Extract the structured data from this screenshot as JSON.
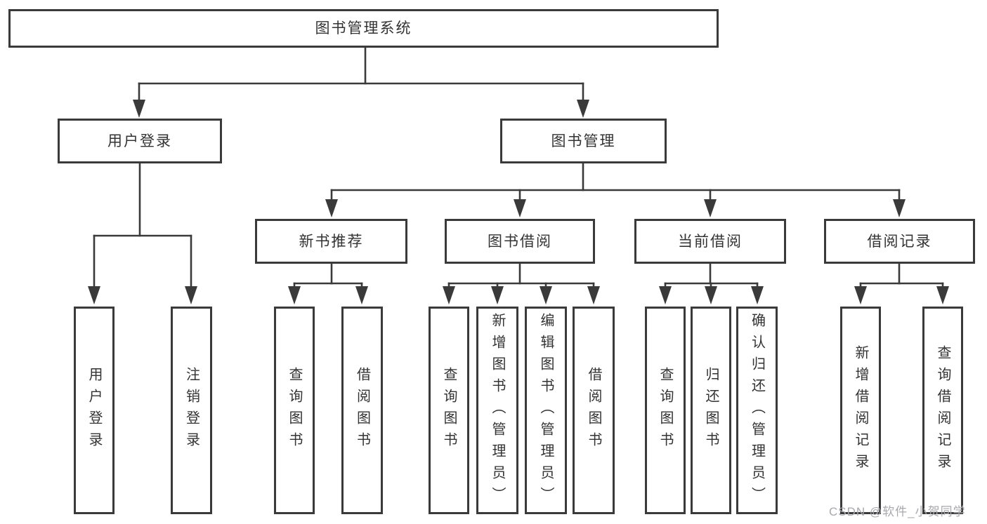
{
  "nodes": {
    "root": "图书管理系统",
    "user_login": "用户登录",
    "book_mgmt": "图书管理",
    "new_books": "新书推荐",
    "book_borrow": "图书借阅",
    "current_borrow": "当前借阅",
    "borrow_records": "借阅记录"
  },
  "leaves": {
    "user_login": [
      "用户登录",
      "注销登录"
    ],
    "new_books": [
      "查询图书",
      "借阅图书"
    ],
    "book_borrow": [
      "查询图书",
      "新增图书（管理员）",
      "编辑图书（管理员）",
      "借阅图书"
    ],
    "current_borrow": [
      "查询图书",
      "归还图书",
      "确认归还（管理员）"
    ],
    "borrow_records": [
      "新增借阅记录",
      "查询借阅记录"
    ]
  },
  "watermark": "CSDN @软件_小贺同学",
  "colors": {
    "line": "#3a3a3a",
    "text": "#333333",
    "watermark": "#a8a8ad",
    "background": "#ffffff"
  }
}
